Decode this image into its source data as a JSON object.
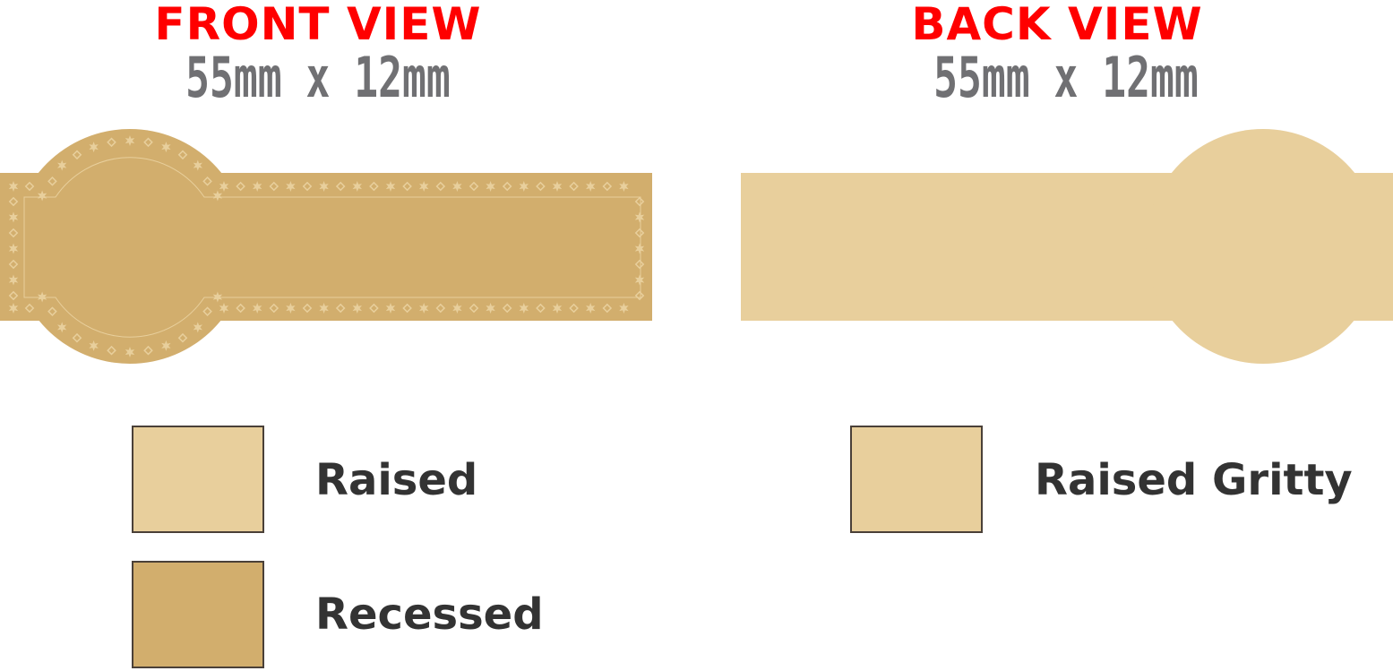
{
  "front": {
    "title": "FRONT VIEW",
    "size": "55mm x 12mm"
  },
  "back": {
    "title": "BACK VIEW",
    "size": "55mm x 12mm"
  },
  "legend": [
    {
      "label": "Raised",
      "color": "#E8CF9C"
    },
    {
      "label": "Recessed",
      "color": "#D2AE6D"
    },
    {
      "label": "Raised Gritty",
      "color": "#E8CF9C"
    }
  ],
  "colors": {
    "title": "#FF0000",
    "subtitle": "#707073",
    "raised": "#E8CF9C",
    "recessed": "#D2AE6D"
  }
}
